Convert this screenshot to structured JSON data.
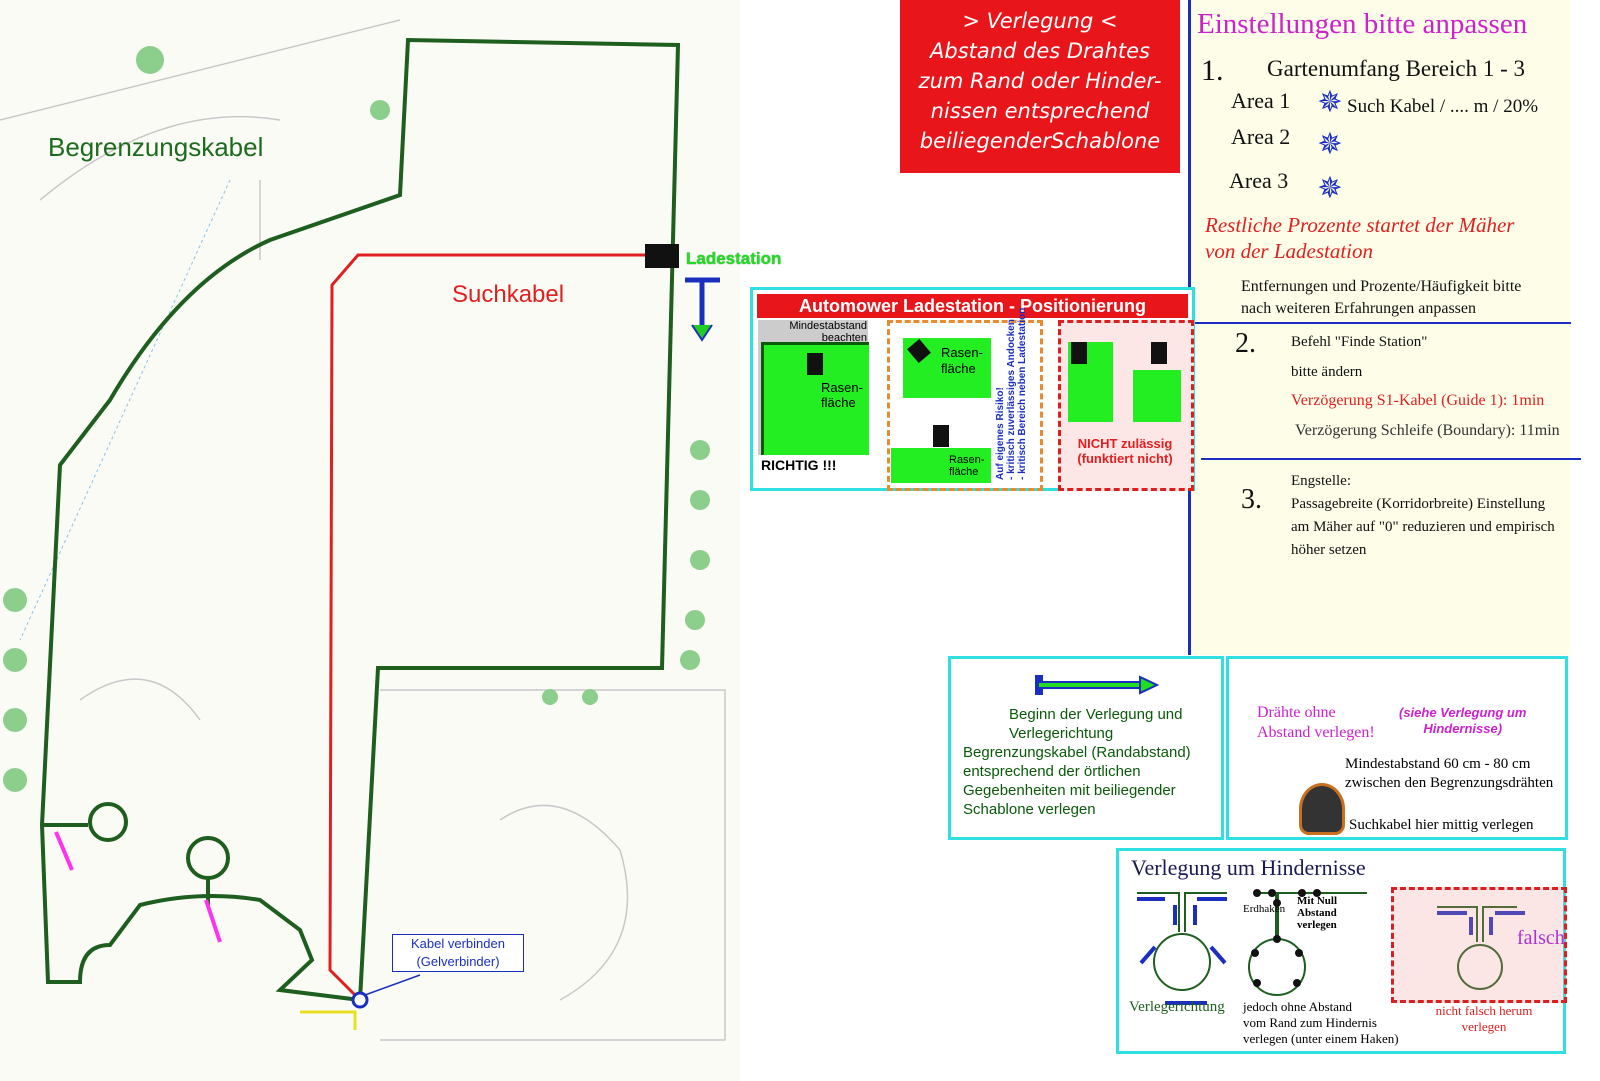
{
  "map": {
    "boundary_label": "Begrenzungskabel",
    "guide_label": "Suchkabel",
    "station_label": "Ladestation",
    "connector_label": [
      "Kabel verbinden",
      "(Gelverbinder)"
    ]
  },
  "red_box": {
    "lines": [
      "> Verlegung <",
      "Abstand des Drahtes",
      "zum Rand oder Hinder-",
      "nissen entsprechend",
      "beiliegenderSchablone"
    ]
  },
  "settings": {
    "title": "Einstellungen bitte anpassen",
    "s1": {
      "num": "1.",
      "heading": "Gartenumfang Bereich 1 - 3",
      "areas": [
        {
          "label": "Area 1",
          "star": "1",
          "note": "Such Kabel / .... m / 20%"
        },
        {
          "label": "Area 2",
          "star": "2",
          "note": ""
        },
        {
          "label": "Area 3",
          "star": "3",
          "note": ""
        }
      ],
      "red_note": [
        "Restliche Prozente  startet der Mäher",
        "von der Ladestation"
      ],
      "note": [
        "Entfernungen und Prozente/Häufigkeit bitte",
        "nach weiteren Erfahrungen anpassen"
      ]
    },
    "s2": {
      "num": "2.",
      "l1": "Befehl \"Finde Station\"",
      "l2": "bitte ändern",
      "l3": "Verzögerung S1-Kabel (Guide 1): 1min",
      "l4": "Verzögerung Schleife (Boundary): 11min"
    },
    "s3": {
      "num": "3.",
      "l1": "Engstelle:",
      "l2": "Passagebreite (Korridorbreite) Einstellung",
      "l3": "am Mäher auf \"0\" reduzieren und empirisch",
      "l4": "höher setzen"
    }
  },
  "positioning": {
    "title": "Automower Ladestation - Positionierung",
    "min_dist": [
      "Mindestabstand",
      "beachten"
    ],
    "lawn": [
      "Rasen-",
      "fläche"
    ],
    "ok": "RICHTIG !!!",
    "risk": [
      "Auf eigenes Risiko!",
      "- kritisch zuverlässiges Andocken",
      "- kritisch Bereich neben Ladestation"
    ],
    "not_ok": [
      "NICHT zulässig",
      "(funktiert nicht)"
    ]
  },
  "start_box": {
    "lines": [
      "Beginn der Verlegung und",
      "Verlegerichtung",
      "Begrenzungskabel (Randabstand)",
      "entsprechend der örtlichen",
      "Gegebenheiten mit beiliegender",
      "Schablone verlegen"
    ]
  },
  "spacing_box": {
    "wires": [
      "Drähte ohne",
      "Abstand verlegen!"
    ],
    "see": [
      "(siehe Verlegung um",
      "Hindernisse)"
    ],
    "min": [
      "Mindestabstand 60 cm - 80 cm",
      "zwischen den Begrenzungsdrähten"
    ],
    "guide": "Suchkabel hier mittig verlegen"
  },
  "obstacle_box": {
    "title": "Verlegung um Hindernisse",
    "direction": "Verlegerichtung",
    "hooks": "Erdhaken",
    "zero": [
      "Mit Null",
      "Abstand",
      "verlegen"
    ],
    "without": [
      "jedoch ohne Abstand",
      "vom Rand zum Hindernis",
      "verlegen (unter einem Haken)"
    ],
    "wrong": "falsch",
    "wrong_note": [
      "nicht falsch herum",
      "verlegen"
    ]
  }
}
